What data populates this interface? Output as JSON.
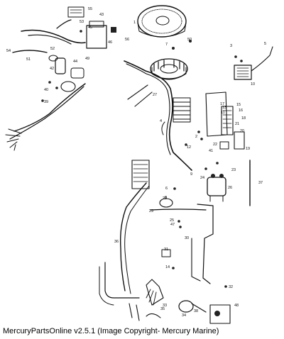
{
  "caption": "MercuryPartsOnline v2.5.1 (Image Copyright- Mercury Marine)",
  "part_numbers": [
    "1",
    "2",
    "3",
    "4",
    "5",
    "6",
    "7",
    "8",
    "9",
    "10",
    "11",
    "12",
    "13",
    "14",
    "15",
    "16",
    "17",
    "18",
    "19",
    "20",
    "21",
    "22",
    "23",
    "24",
    "25",
    "26",
    "27",
    "28",
    "29",
    "30",
    "31",
    "32",
    "33",
    "34",
    "35",
    "36",
    "37",
    "38",
    "39",
    "40",
    "41",
    "42",
    "43",
    "44",
    "45",
    "46",
    "47",
    "48",
    "49",
    "50",
    "51",
    "52",
    "53",
    "54",
    "55",
    "56"
  ]
}
